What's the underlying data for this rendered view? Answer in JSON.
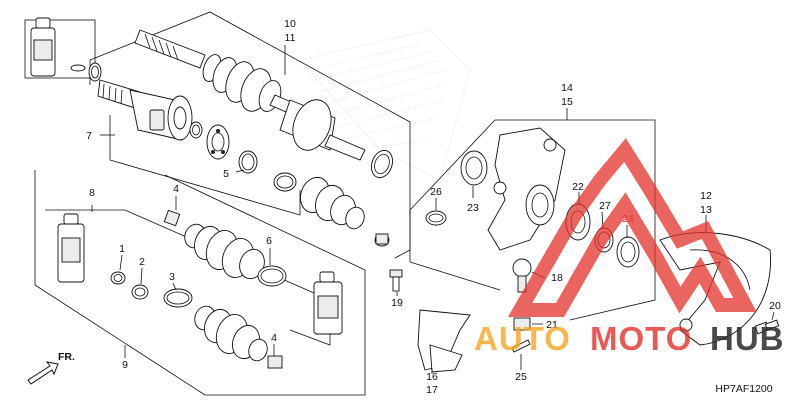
{
  "diagram": {
    "code": "HP7AF1200",
    "front_arrow": "FR.",
    "callouts": {
      "c1": "1",
      "c2": "2",
      "c3": "3",
      "c4a": "4",
      "c4b": "4",
      "c5": "5",
      "c6": "6",
      "c7": "7",
      "c8": "8",
      "c9": "9",
      "c10": "10",
      "c11": "11",
      "c12": "12",
      "c13": "13",
      "c14": "14",
      "c15": "15",
      "c16": "16",
      "c17": "17",
      "c18": "18",
      "c19": "19",
      "c20": "20",
      "c21": "21",
      "c22": "22",
      "c23": "23",
      "c24": "24",
      "c25": "25",
      "c26": "26",
      "c27": "27"
    }
  },
  "watermark": {
    "text_part1": "AUTO",
    "text_part2": "MOTO",
    "text_part3": "HUB",
    "colors": {
      "red": "#e4312b",
      "orange": "#f5a623",
      "dark": "#2a2a2a"
    }
  }
}
